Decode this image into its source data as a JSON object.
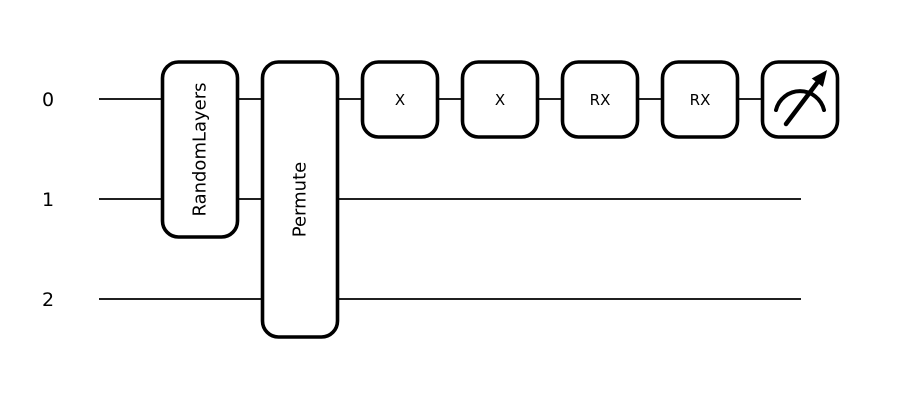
{
  "figure": {
    "type": "quantum-circuit-diagram",
    "background_color": "#ffffff",
    "line_color": "#000000"
  },
  "circuit": {
    "wires": [
      {
        "label": "0"
      },
      {
        "label": "1"
      },
      {
        "label": "2"
      }
    ],
    "multi_qubit_gates": [
      {
        "label": "RandomLayers",
        "wires_spanned": "0-1"
      },
      {
        "label": "Permute",
        "wires_spanned": "0-2"
      }
    ],
    "single_qubit_gates": [
      {
        "label": "X",
        "wire": "0"
      },
      {
        "label": "X",
        "wire": "0"
      },
      {
        "label": "RX",
        "wire": "0"
      },
      {
        "label": "RX",
        "wire": "0"
      }
    ],
    "measurement": {
      "icon": "gauge-measurement",
      "wire": "0"
    }
  }
}
